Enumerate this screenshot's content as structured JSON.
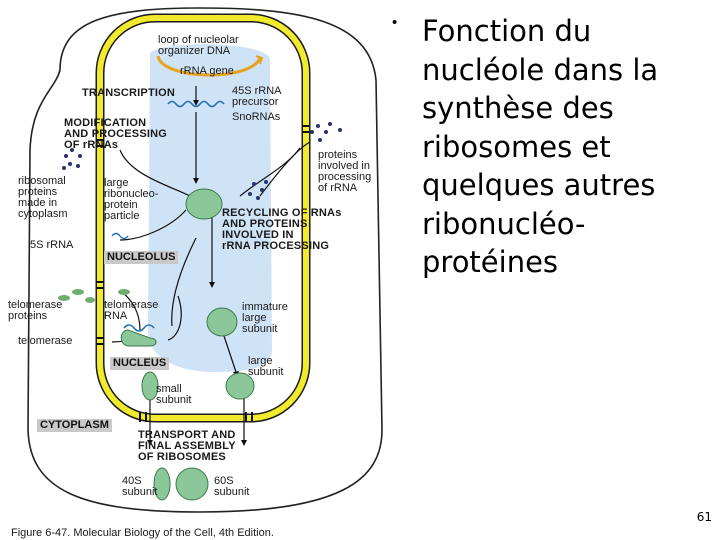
{
  "slide": {
    "bullet_text": "Fonction du\nnucléole dans la\nsynthèse des\nribosomes et\nquelques autres\nribonucléo-\nprotéines",
    "slide_number": "61"
  },
  "figure": {
    "caption": "Figure 6-47. Molecular Biology of the Cell, 4th Edition.",
    "labels": {
      "loop_dna": "loop of nucleolar\norganizer DNA",
      "rrna_gene": "rRNA gene",
      "transcription": "TRANSCRIPTION",
      "precursor": "45S rRNA\nprecursor",
      "snornas": "SnoRNAs",
      "modification": "MODIFICATION\nAND PROCESSING\nOF rRNAs",
      "proteins_involved": "proteins\ninvolved in\nprocessing\nof rRNA",
      "ribosomal_proteins": "ribosomal\nproteins\nmade in\ncytoplasm",
      "large_particle": "large\nribonucleo-\nprotein\nparticle",
      "recycling": "RECYCLING OF RNAs\nAND PROTEINS\nINVOLVED IN\nrRNA PROCESSING",
      "five_s": "5S rRNA",
      "nucleolus": "NUCLEOLUS",
      "telomerase_proteins_left": "telomerase\nproteins",
      "telomerase_rna": "telomerase\nRNA",
      "telomerase": "telomerase",
      "immature": "immature\nlarge\nsubunit",
      "nucleus": "NUCLEUS",
      "large_subunit": "large\nsubunit",
      "small_subunit": "small\nsubunit",
      "cytoplasm": "CYTOPLASM",
      "transport": "TRANSPORT AND\nFINAL ASSEMBLY\nOF RIBOSOMES",
      "forty_s": "40S\nsubunit",
      "sixty_s": "60S\nsubunit"
    }
  },
  "colors": {
    "envelope_yellow": "#f2ea2c",
    "envelope_outline": "#1a1a1a",
    "nucleolus_blue": "#cfe3f6",
    "rna_blue": "#1f6fb5",
    "subunit_green": "#8cc79a",
    "dot_navy": "#27336b",
    "label_gray": "#c9c9c9"
  }
}
